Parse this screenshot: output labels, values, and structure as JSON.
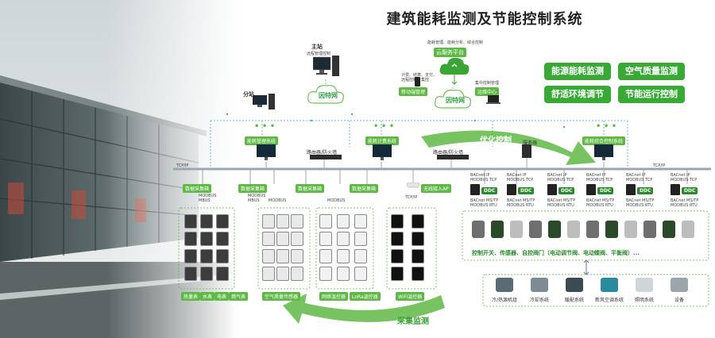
{
  "title": "建筑能耗监测及节能控制系统",
  "master_station": {
    "label": "主站",
    "sub": "远程管理控制"
  },
  "branch_station": "分站",
  "cloud": {
    "label": "云服务平台",
    "top_text": "能耗管理、能耗分析、综合控制"
  },
  "mobile": {
    "label": "移动端管理",
    "top_text": "计费、结算、支付、远程控制、集控"
  },
  "ops": {
    "label": "运维中心",
    "top_text": "集中控制管理"
  },
  "internet": "因特网",
  "capabilities": [
    "能源能耗监测",
    "空气质量监测",
    "舒适环境调节",
    "节能运行控制"
  ],
  "systems": {
    "energy_mgmt": "能耗管理系统",
    "billing": "能耗计费系统",
    "integrated": "能耗综合控制系统"
  },
  "router_label": "路由器/防火墙",
  "server_label": "服务器",
  "tcpip": "TCP/IP",
  "optimize": "优化控制",
  "collect": "采集监测",
  "gateways": [
    {
      "label": "数据采集箱",
      "bus": "MODBUS\nMBUS"
    },
    {
      "label": "数据采集箱",
      "bus": "MODBUS\nMBUS"
    },
    {
      "label": "数据采集箱",
      "bus": "MODBUS"
    },
    {
      "label": "数据采集箱",
      "bus": "MODBUS"
    }
  ],
  "wifi_ap": "无线接入AP",
  "wifi_proto": "TCP/IP",
  "ddc_label": "DDC",
  "bacnet_lines": [
    "BACnet IP",
    "MODBUS TCP"
  ],
  "bacnet_lines2": [
    "BACnet MS/TP",
    "MODBUS RTU"
  ],
  "meter_groups": [
    {
      "captions": [
        "热量表",
        "水表",
        "电表",
        "燃气表"
      ]
    },
    {
      "captions": [
        "空气质量传感器"
      ]
    },
    {
      "captions": [
        "网络温控器"
      ]
    },
    {
      "captions": [
        "LoRa温控器"
      ]
    },
    {
      "captions": [
        "WiFi温控器"
      ]
    }
  ],
  "control_text": "控制开关、传感器、自控阀门（电动调节阀、电动蝶阀、平衡阀）...",
  "devices": [
    "冷/热源机组",
    "冷却系统",
    "暖配系统",
    "新风空调系统",
    "照明系统",
    "设备"
  ],
  "colors": {
    "green": "#39a935",
    "line": "#9aa7b3",
    "dash": "#4aa3df"
  }
}
